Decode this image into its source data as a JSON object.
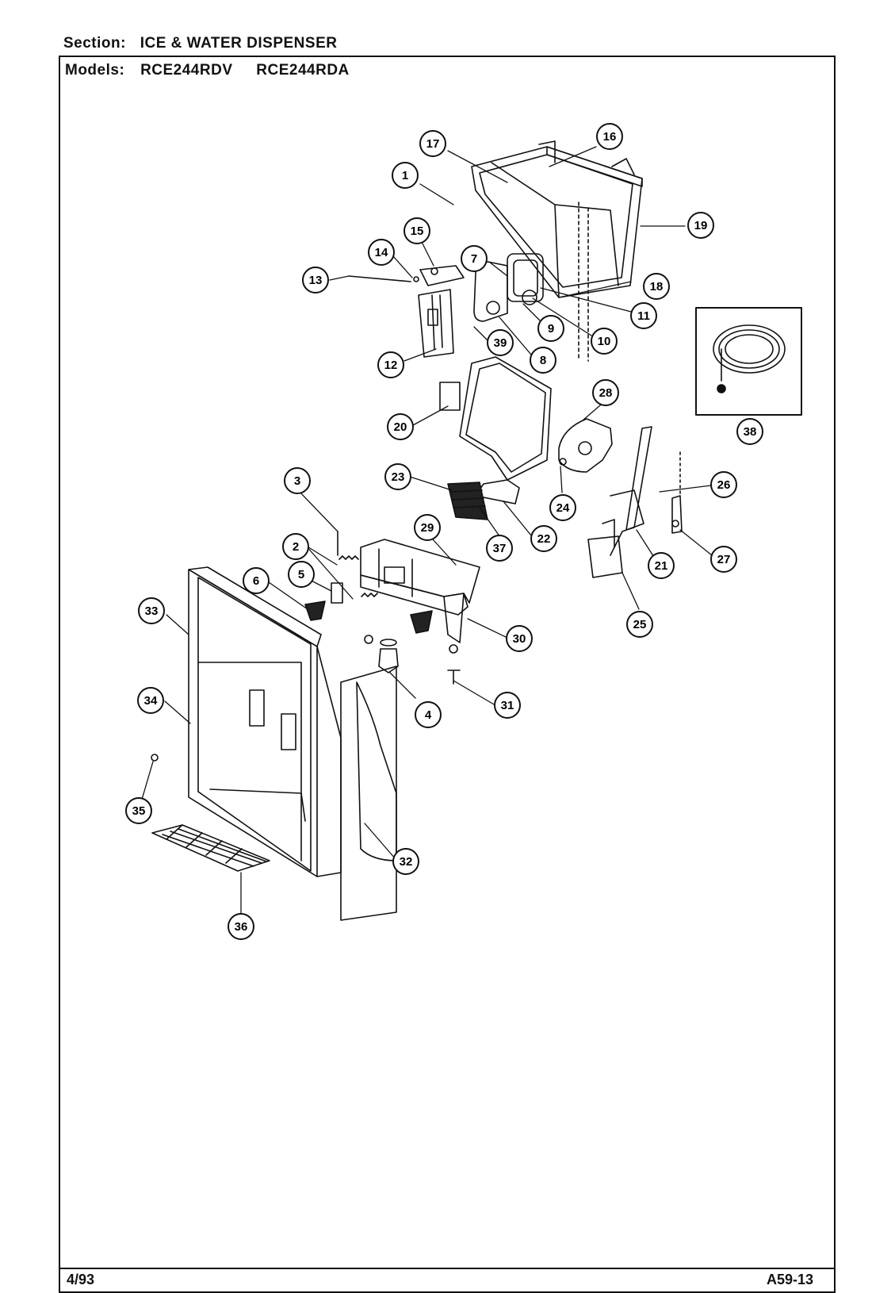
{
  "header": {
    "section_label": "Section:",
    "section_title": "ICE & WATER DISPENSER",
    "models_label": "Models:",
    "models": [
      "RCE244RDV",
      "RCE244RDA"
    ]
  },
  "footer": {
    "date": "4/93",
    "code": "A59-13"
  },
  "callouts": [
    "1",
    "2",
    "3",
    "4",
    "5",
    "6",
    "7",
    "8",
    "9",
    "10",
    "11",
    "12",
    "13",
    "14",
    "15",
    "16",
    "17",
    "18",
    "19",
    "20",
    "21",
    "22",
    "23",
    "24",
    "25",
    "26",
    "27",
    "28",
    "29",
    "30",
    "31",
    "32",
    "33",
    "34",
    "35",
    "36",
    "37",
    "38",
    "39"
  ]
}
